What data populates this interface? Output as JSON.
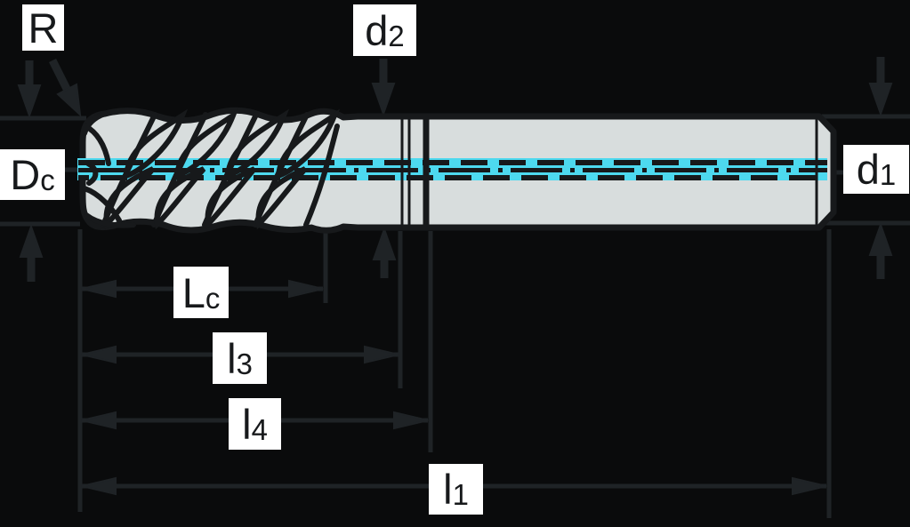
{
  "diagram": {
    "kind": "end-mill-dimension-drawing",
    "labels": {
      "r": {
        "base": "R",
        "sub": ""
      },
      "d2": {
        "base": "d",
        "sub": "2"
      },
      "dc": {
        "base": "D",
        "sub": "c"
      },
      "d1": {
        "base": "d",
        "sub": "1"
      },
      "lc": {
        "base": "L",
        "sub": "c"
      },
      "l3": {
        "base": "l",
        "sub": "3"
      },
      "l4": {
        "base": "l",
        "sub": "4"
      },
      "l1": {
        "base": "l",
        "sub": "1"
      }
    },
    "colors": {
      "background": "#0a0b0c",
      "tool_body": "#d8dddd",
      "tool_outline": "#17191b",
      "centerline_band": "#4dd9ef",
      "dimension_lines": "#1f2326",
      "label_background": "#ffffff",
      "label_text": "#17191b"
    }
  }
}
